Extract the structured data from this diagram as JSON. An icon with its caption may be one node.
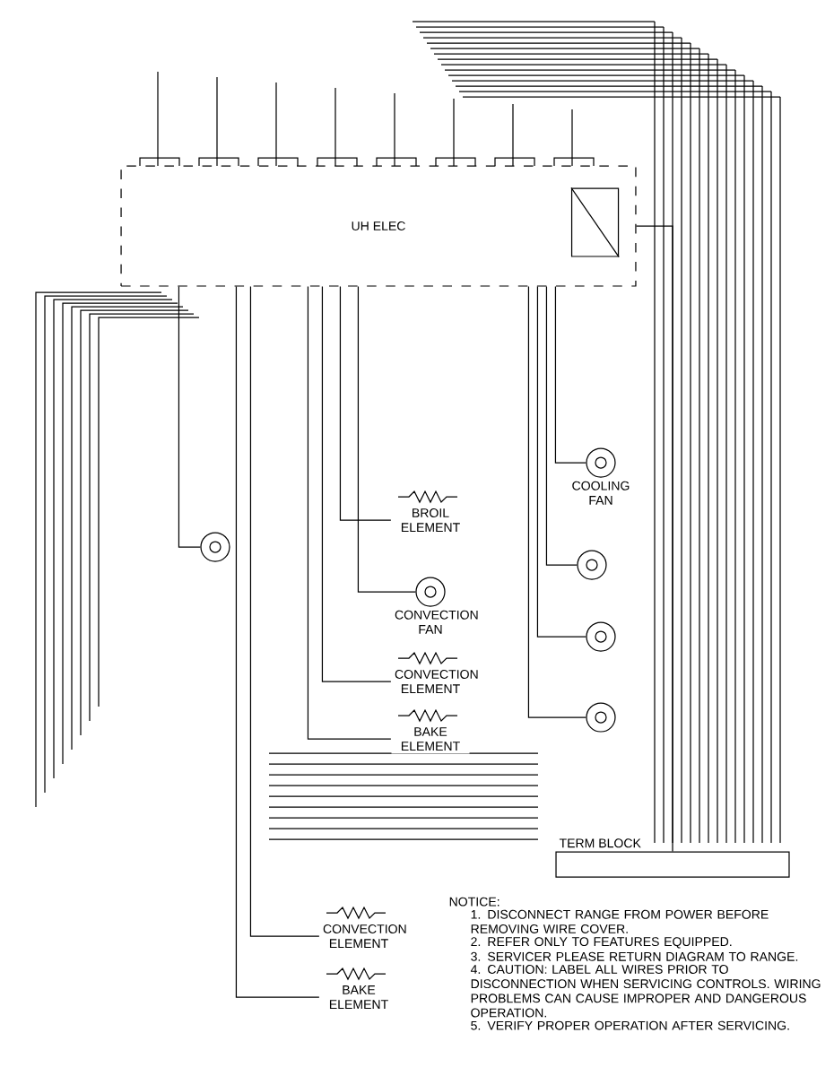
{
  "diagram": {
    "nodes": [
      {
        "text": [
          "UH ELEC"
        ]
      },
      {
        "text": [],
        "shape": "box",
        "in": 0
      },
      {
        "text": [],
        "shape": "circle",
        "beside": [
          "COOLING FAN"
        ]
      },
      {
        "text": [],
        "shape": "circle"
      },
      {
        "text": [],
        "shape": "circle"
      },
      {
        "text": [],
        "shape": "circle"
      },
      {
        "text": [],
        "shape": "circle"
      },
      {
        "text": [],
        "shape": "circle",
        "beside": [
          "CONVECTION FAN"
        ]
      },
      {
        "text": [
          "BROIL ELEMENT"
        ]
      },
      {
        "text": [
          "CONVECTION ELEMENT"
        ]
      },
      {
        "text": [
          "BAKE ELEMENT"
        ]
      },
      {
        "text": [
          "CONVECTION ELEMENT"
        ]
      },
      {
        "text": [
          "BAKE ELEMENT"
        ]
      },
      {
        "text": [],
        "shape": "box",
        "beside": [
          "TERM BLOCK"
        ]
      }
    ],
    "edges": [
      {
        "from": 0,
        "to": 2,
        "arrow": "none"
      },
      {
        "from": 0,
        "to": 3,
        "arrow": "none"
      },
      {
        "from": 0,
        "to": 4,
        "arrow": "none"
      },
      {
        "from": 0,
        "to": 5,
        "arrow": "none"
      },
      {
        "from": 0,
        "to": 6,
        "arrow": "none"
      },
      {
        "from": 0,
        "to": 7,
        "arrow": "none"
      },
      {
        "from": 0,
        "to": 8,
        "arrow": "none"
      },
      {
        "from": 0,
        "to": 9,
        "arrow": "none"
      },
      {
        "from": 0,
        "to": 10,
        "arrow": "none"
      },
      {
        "from": 0,
        "to": 11,
        "arrow": "none"
      },
      {
        "from": 0,
        "to": 12,
        "arrow": "none"
      },
      {
        "from": 0,
        "to": 13,
        "arrow": "none"
      }
    ],
    "labels": [
      "NOTICE:",
      "1. DISCONNECT RANGE FROM POWER BEFORE REMOVING WIRE COVER.",
      "2. REFER ONLY TO FEATURES EQUIPPED.",
      "3. SERVICER PLEASE RETURN DIAGRAM TO RANGE.",
      "4. CAUTION: LABEL ALL WIRES PRIOR TO DISCONNECTION WHEN SERVICING CONTROLS. WIRING PROBLEMS CAN CAUSE IMPROPER AND DANGEROUS OPERATION.",
      "5. VERIFY PROPER OPERATION AFTER SERVICING."
    ]
  }
}
